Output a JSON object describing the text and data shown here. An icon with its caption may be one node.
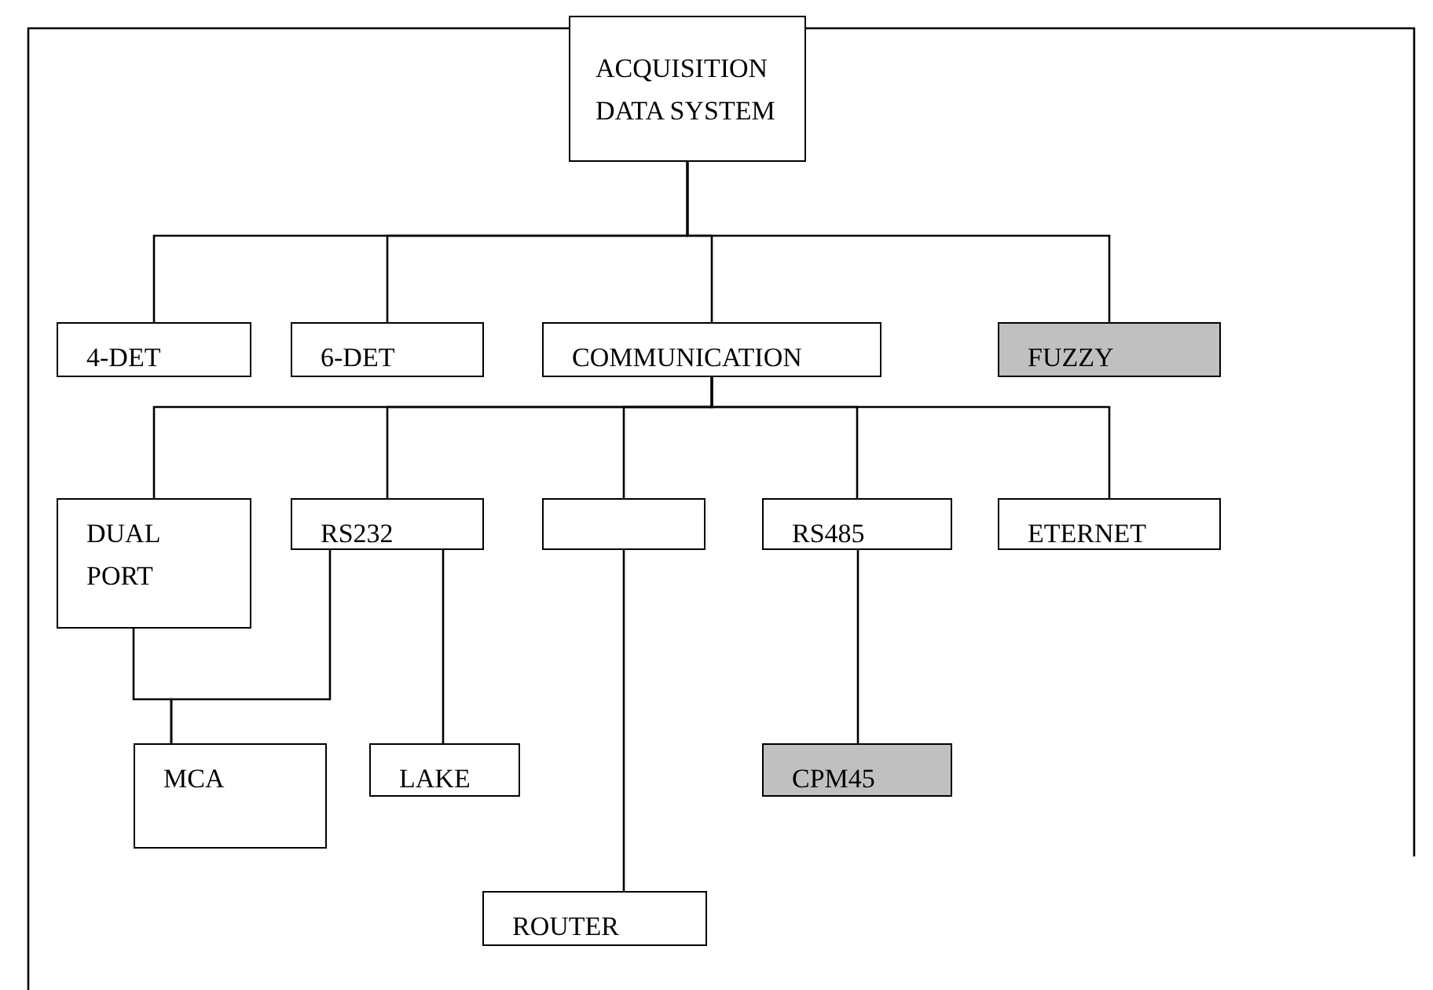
{
  "diagram": {
    "nodes": [
      {
        "text": [
          "ACQUISITION DATA SYSTEM"
        ]
      },
      {
        "text": [
          "4-DET"
        ]
      },
      {
        "text": [
          "6-DET"
        ]
      },
      {
        "text": [
          "COMMUNICATION"
        ]
      },
      {
        "text": [
          "FUZZY"
        ]
      },
      {
        "text": [
          "DUAL PORT"
        ]
      },
      {
        "text": [
          "RS232"
        ]
      },
      {
        "text": [],
        "shape": "box"
      },
      {
        "text": [
          "RS485"
        ]
      },
      {
        "text": [
          "ETERNET"
        ]
      },
      {
        "text": [
          "MCA"
        ]
      },
      {
        "text": [
          "LAKE"
        ]
      },
      {
        "text": [
          "CPM45"
        ]
      },
      {
        "text": [
          "ROUTER"
        ]
      }
    ],
    "edges": [
      {
        "from": 0,
        "to": 1,
        "arrow": "none"
      },
      {
        "from": 0,
        "to": 2,
        "arrow": "none"
      },
      {
        "from": 0,
        "to": 3,
        "arrow": "none"
      },
      {
        "from": 0,
        "to": 4,
        "arrow": "none"
      },
      {
        "from": 3,
        "to": 5,
        "arrow": "none"
      },
      {
        "from": 3,
        "to": 6,
        "arrow": "none"
      },
      {
        "from": 3,
        "to": 7,
        "arrow": "none"
      },
      {
        "from": 3,
        "to": 8,
        "arrow": "none"
      },
      {
        "from": 3,
        "to": 9,
        "arrow": "none"
      },
      {
        "from": 5,
        "to": 10,
        "arrow": "none"
      },
      {
        "from": 6,
        "to": 10,
        "arrow": "none"
      },
      {
        "from": 6,
        "to": 11,
        "arrow": "none"
      },
      {
        "from": 7,
        "to": 13,
        "arrow": "none"
      },
      {
        "from": 8,
        "to": 12,
        "arrow": "none"
      }
    ]
  }
}
